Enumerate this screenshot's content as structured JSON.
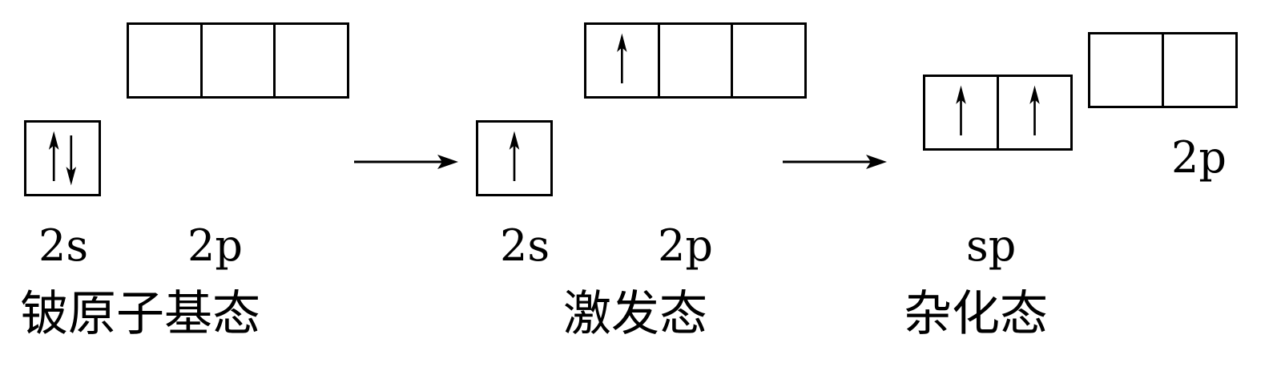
{
  "stages": [
    {
      "name": "ground",
      "state_label": "铍原子基态",
      "orbitals": [
        {
          "label": "2s",
          "cells": [
            "updown"
          ]
        },
        {
          "label": "2p",
          "cells": [
            "empty",
            "empty",
            "empty"
          ]
        }
      ]
    },
    {
      "name": "excited",
      "state_label": "激发态",
      "orbitals": [
        {
          "label": "2s",
          "cells": [
            "up"
          ]
        },
        {
          "label": "2p",
          "cells": [
            "up",
            "empty",
            "empty"
          ]
        }
      ]
    },
    {
      "name": "hybridized",
      "state_label": "杂化态",
      "orbitals": [
        {
          "label": "sp",
          "cells": [
            "up",
            "up"
          ]
        },
        {
          "label": "2p",
          "cells": [
            "empty",
            "empty"
          ]
        }
      ]
    }
  ]
}
